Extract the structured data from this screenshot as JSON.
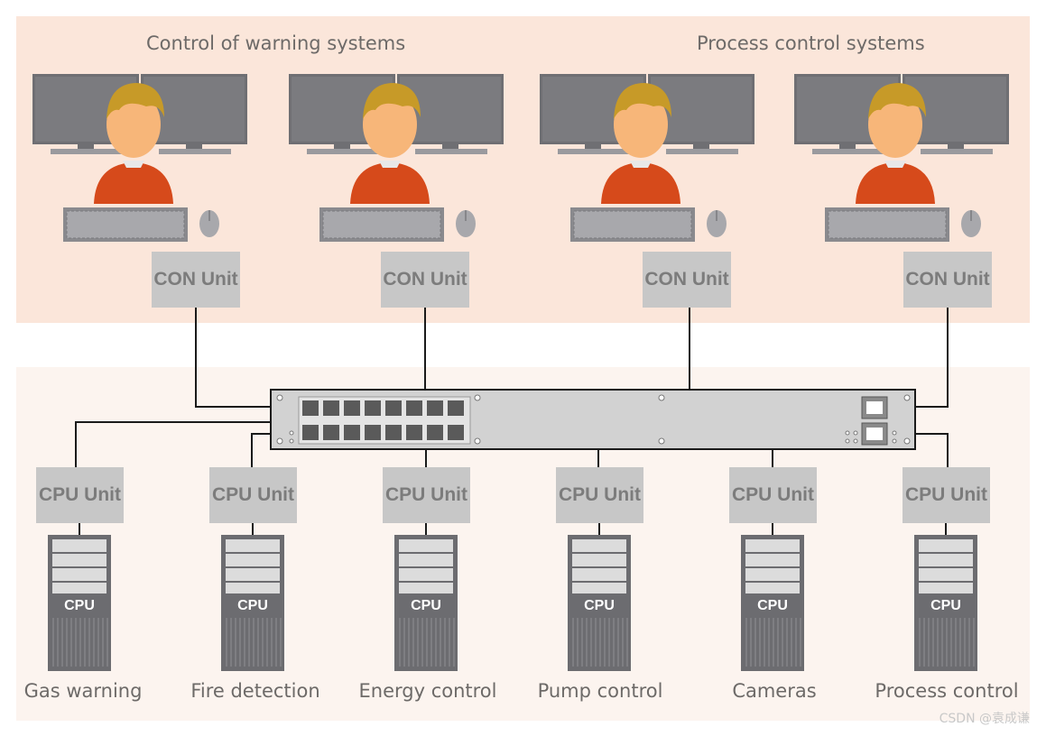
{
  "headers": {
    "left": "Control of warning systems",
    "right": "Process control systems"
  },
  "con_units": [
    {
      "label": "CON Unit"
    },
    {
      "label": "CON Unit"
    },
    {
      "label": "CON Unit"
    },
    {
      "label": "CON Unit"
    }
  ],
  "cpu_units": [
    {
      "box_label": "CPU Unit",
      "server_label": "CPU",
      "name": "Gas warning"
    },
    {
      "box_label": "CPU Unit",
      "server_label": "CPU",
      "name": "Fire detection"
    },
    {
      "box_label": "CPU Unit",
      "server_label": "CPU",
      "name": "Energy control"
    },
    {
      "box_label": "CPU Unit",
      "server_label": "CPU",
      "name": "Pump control"
    },
    {
      "box_label": "CPU Unit",
      "server_label": "CPU",
      "name": "Cameras"
    },
    {
      "box_label": "CPU Unit",
      "server_label": "CPU",
      "name": "Process control"
    }
  ],
  "watermark": "CSDN @袁成谦",
  "icons": {
    "operator": "operator-icon",
    "monitor": "monitor-icon",
    "keyboard": "keyboard-icon",
    "mouse": "mouse-icon",
    "network_switch": "network-switch-icon",
    "server": "server-tower-icon"
  },
  "colors": {
    "top_zone": "#fbe6da",
    "bottom_zone": "#fcf4ef",
    "unit_box": "#c7c7c7",
    "unit_text": "#7c7c7c",
    "label_text": "#6d6a68",
    "operator_shirt": "#d64a1b",
    "operator_skin": "#f7b679",
    "operator_hair": "#c79a28"
  }
}
